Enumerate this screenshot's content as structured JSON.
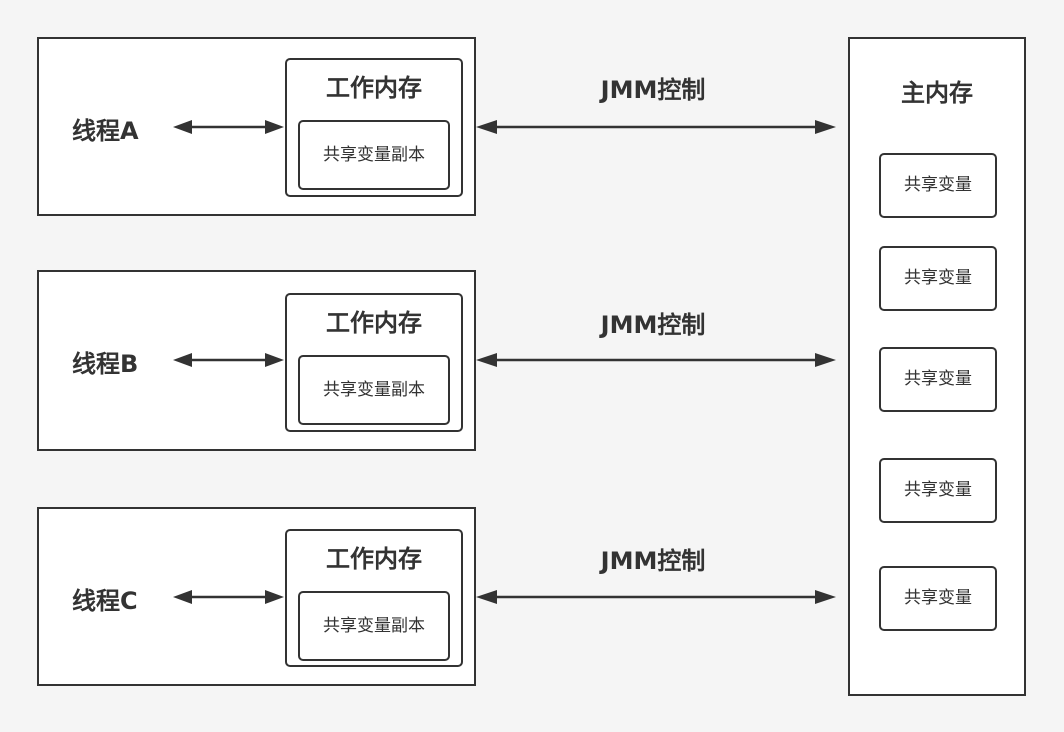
{
  "threads": [
    {
      "label": "线程A",
      "work_memory": "工作内存",
      "copy": "共享变量副本",
      "control": "JMM控制"
    },
    {
      "label": "线程B",
      "work_memory": "工作内存",
      "copy": "共享变量副本",
      "control": "JMM控制"
    },
    {
      "label": "线程C",
      "work_memory": "工作内存",
      "copy": "共享变量副本",
      "control": "JMM控制"
    }
  ],
  "main_memory": {
    "title": "主内存",
    "variables": [
      "共享变量",
      "共享变量",
      "共享变量",
      "共享变量",
      "共享变量"
    ]
  },
  "colors": {
    "stroke": "#333333",
    "background": "#f5f5f5",
    "box_fill": "#ffffff"
  }
}
